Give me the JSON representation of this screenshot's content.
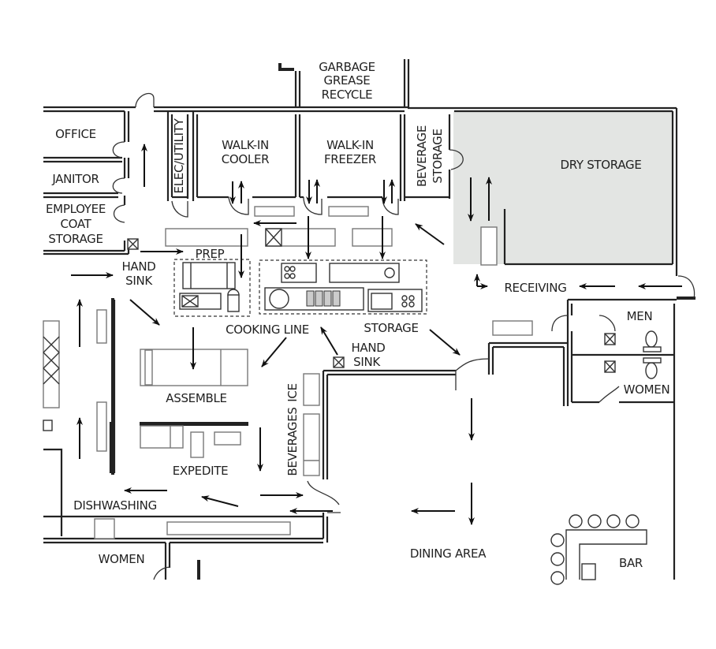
{
  "title": "Restaurant kitchen floor plan",
  "colors": {
    "dry_storage_fill": "#e3e5e3",
    "line": "#222222"
  },
  "rooms": {
    "garbage": [
      "GARBAGE",
      "GREASE",
      "RECYCLE"
    ],
    "office": "OFFICE",
    "janitor": "JANITOR",
    "coat": [
      "EMPLOYEE",
      "COAT",
      "STORAGE"
    ],
    "elec": "ELEC/UTILITY",
    "cooler": [
      "WALK-IN",
      "COOLER"
    ],
    "freezer": [
      "WALK-IN",
      "FREEZER"
    ],
    "beverage_storage": [
      "BEVERAGE",
      "STORAGE"
    ],
    "dry_storage": "DRY STORAGE",
    "receiving": "RECEIVING",
    "men": "MEN",
    "women_right": "WOMEN",
    "women_left": "WOMEN",
    "dining": "DINING AREA",
    "bar": "BAR"
  },
  "stations": {
    "hand_sink_1": [
      "HAND",
      "SINK"
    ],
    "prep": "PREP",
    "cooking_line": "COOKING LINE",
    "storage": "STORAGE",
    "hand_sink_2": [
      "HAND",
      "SINK"
    ],
    "assemble": "ASSEMBLE",
    "beverages": "BEVERAGES",
    "ice": "ICE",
    "expedite": "EXPEDITE",
    "dishwashing": "DISHWASHING"
  }
}
